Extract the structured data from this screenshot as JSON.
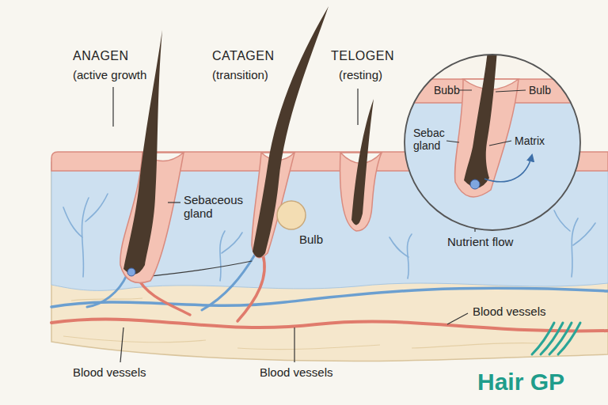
{
  "diagram": {
    "nodes": [
      {
        "text": [
          "Bubb",
          "Bulb",
          "Sebac gland",
          "Matrix"
        ]
      }
    ],
    "labels": [
      "ANAGEN",
      "(active growth",
      "CATAGEN",
      "(transition)",
      "TELOGEN",
      "(resting)",
      "Sebaceous gland",
      "Bulb",
      "Blood vessels",
      "Nutrient flow",
      "Blood vessels",
      "Blood vessels",
      "Hair GP"
    ]
  }
}
